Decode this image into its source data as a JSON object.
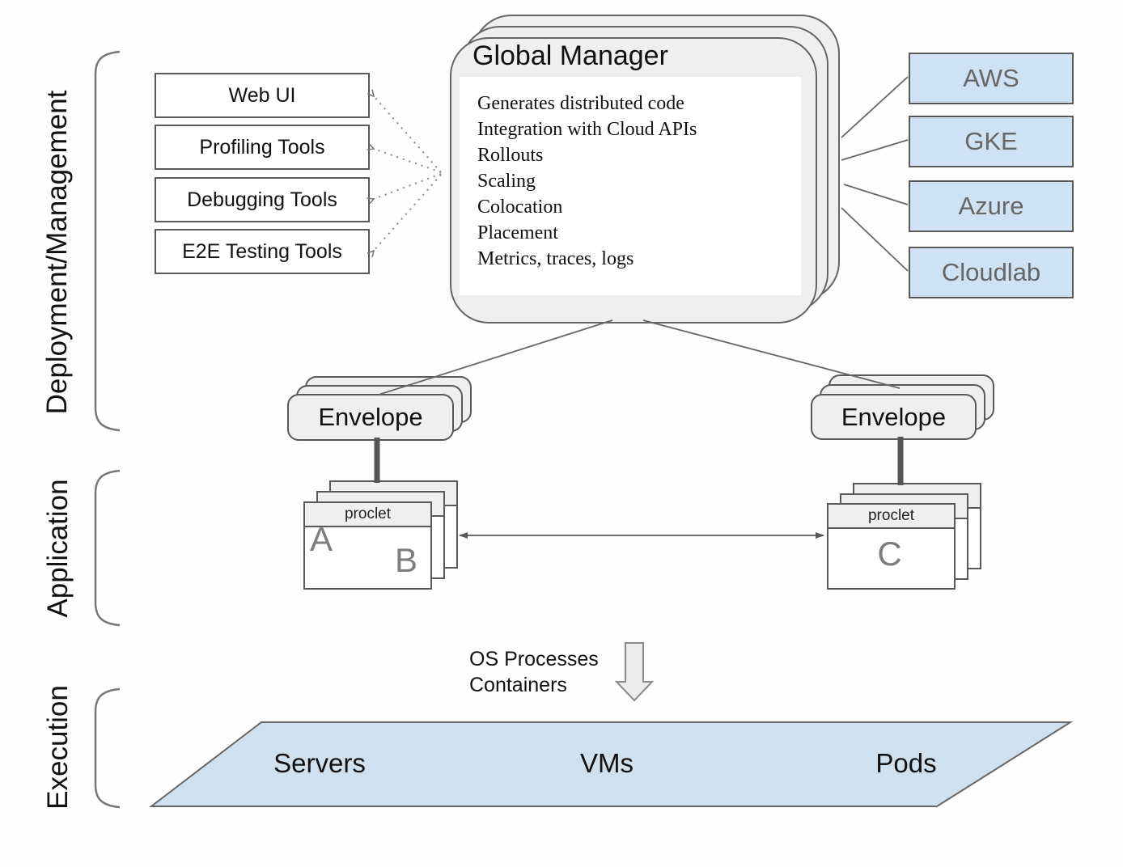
{
  "layers": {
    "deployment": "Deployment/Management",
    "application": "Application",
    "execution": "Execution"
  },
  "tools": [
    {
      "label": "Web UI"
    },
    {
      "label": "Profiling Tools"
    },
    {
      "label": "Debugging Tools"
    },
    {
      "label": "E2E Testing Tools"
    }
  ],
  "global_manager": {
    "title": "Global Manager",
    "features": [
      "Generates distributed code",
      "Integration with Cloud APIs",
      "Rollouts",
      "Scaling",
      "Colocation",
      "Placement",
      "Metrics, traces, logs"
    ]
  },
  "clouds": [
    {
      "label": "AWS"
    },
    {
      "label": "GKE"
    },
    {
      "label": "Azure"
    },
    {
      "label": "Cloudlab"
    }
  ],
  "envelopes": {
    "left": "Envelope",
    "right": "Envelope"
  },
  "proclets": {
    "header": "proclet",
    "left_a": "A",
    "left_b": "B",
    "right_c": "C"
  },
  "execution_note": {
    "line1": "OS Processes",
    "line2": "Containers"
  },
  "platforms": [
    {
      "label": "Servers"
    },
    {
      "label": "VMs"
    },
    {
      "label": "Pods"
    }
  ],
  "colors": {
    "accent_blue": "#cfe2f3",
    "panel_gray": "#efefef",
    "border_gray": "#595959",
    "text_gray": "#666666"
  }
}
